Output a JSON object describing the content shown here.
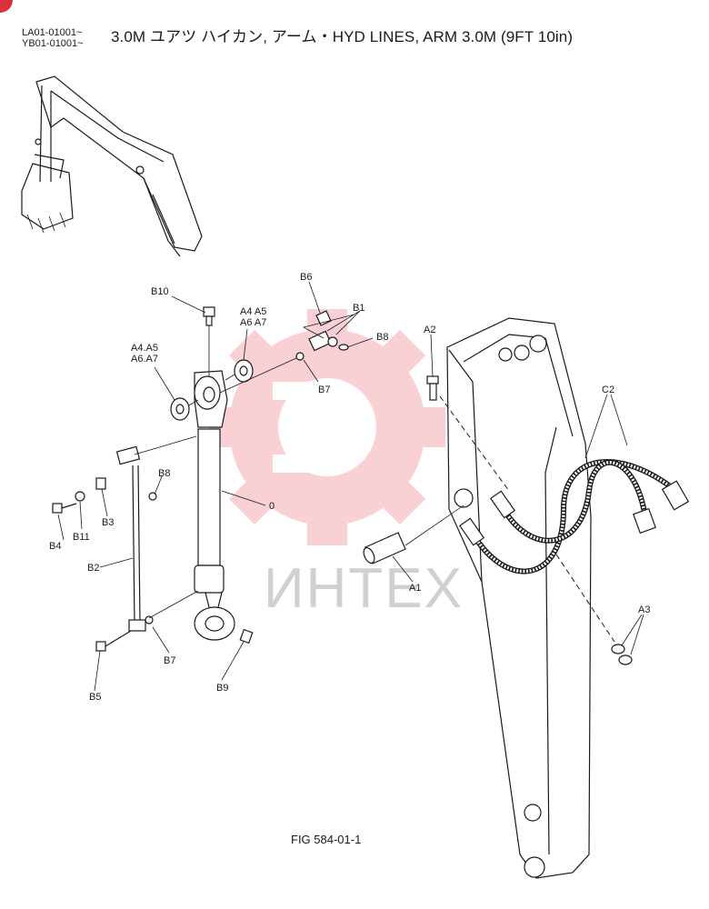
{
  "header": {
    "serial_1": "LA01-01001~",
    "serial_2": "YB01-01001~",
    "title": "3.0M ユアツ ハイカン, アーム・HYD LINES, ARM 3.0M (9FT 10in)"
  },
  "watermark": {
    "text": "ИНТЕХ",
    "icon": "gear-icon",
    "color": "#e8303c"
  },
  "labels": {
    "b10": "B10",
    "b6": "B6",
    "b1": "B1",
    "b8_top": "B8",
    "b7_top": "B7",
    "a4a5_l1": "A4 A5",
    "a4a5_l2": "A6 A7",
    "a45_l1": "A4.A5",
    "a45_l2": "A6.A7",
    "a2": "A2",
    "c2": "C2",
    "b8_left": "B8",
    "b3": "B3",
    "b11": "B11",
    "b4": "B4",
    "b2": "B2",
    "part0": "0",
    "a1": "A1",
    "a3": "A3",
    "b7_bottom": "B7",
    "b5": "B5",
    "b9": "B9"
  },
  "figure_caption": "FIG 584-01-1"
}
